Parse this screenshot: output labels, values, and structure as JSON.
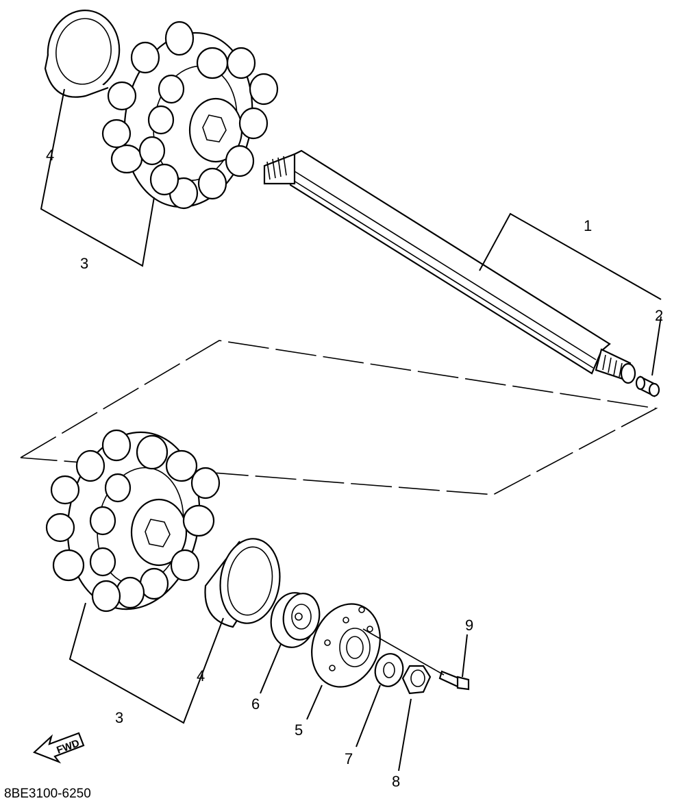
{
  "diagram": {
    "callouts": {
      "c1": "1",
      "c2": "2",
      "c3_top": "3",
      "c4_top": "4",
      "c3_bottom": "3",
      "c4_bottom": "4",
      "c5": "5",
      "c6": "6",
      "c7": "7",
      "c8": "8",
      "c9": "9"
    },
    "direction_label": "FWD",
    "drawing_code": "8BE3100-6250"
  }
}
